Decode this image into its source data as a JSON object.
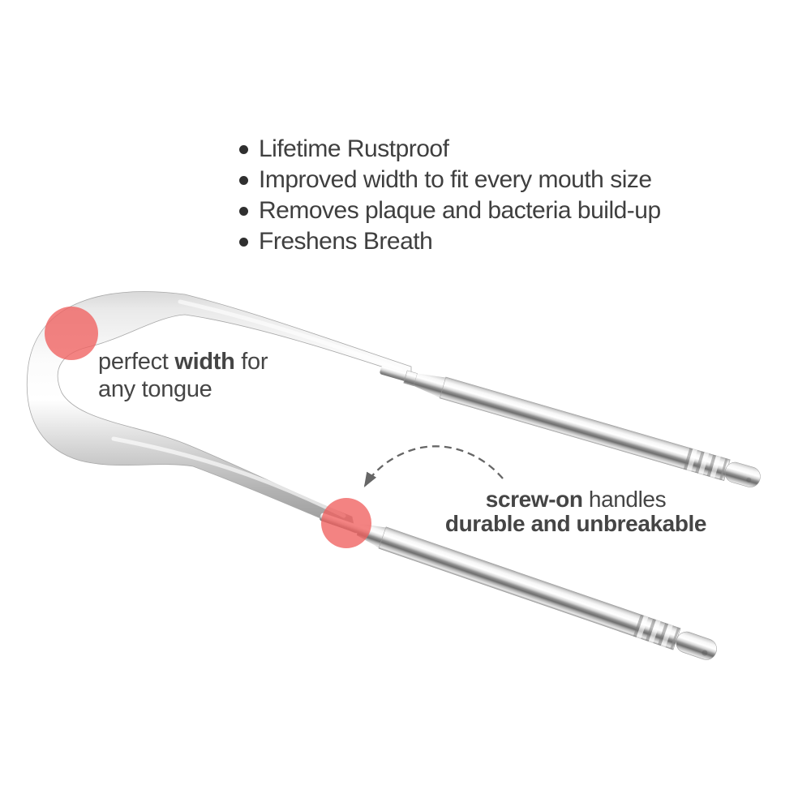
{
  "features": {
    "items": [
      "Lifetime Rustproof",
      "Improved width to fit every mouth size",
      "Removes plaque and bacteria build-up",
      "Freshens Breath"
    ]
  },
  "callouts": {
    "width_label": {
      "prefix": "perfect ",
      "bold": "width",
      "suffix": " for",
      "line2": "any tongue"
    },
    "handle_label": {
      "bold_lead": "screw-on",
      "rest": " handles",
      "line2_bold": "durable and unbreakable"
    }
  },
  "colors": {
    "accent_red": "#F0605F",
    "text_dark": "#3F3F3F",
    "arrow_gray": "#666666",
    "metal_highlight": "#FFFFFF",
    "metal_shadow": "#8C8C8C"
  },
  "icons": {
    "bullet": "filled-circle",
    "arrow": "dashed-curved-arrow",
    "highlight_markers": "translucent-red-circle"
  }
}
